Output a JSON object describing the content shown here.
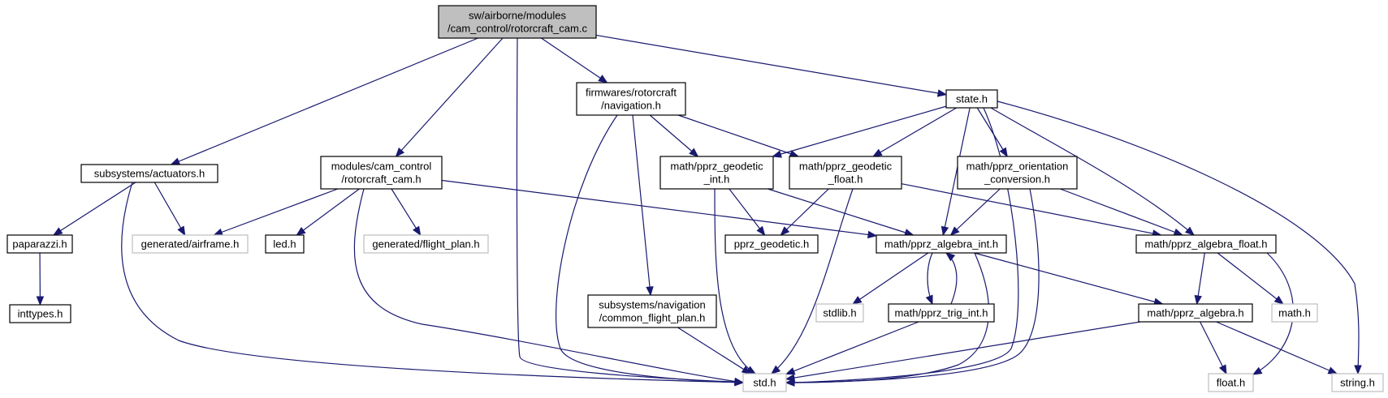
{
  "colors": {
    "edge": "#191970",
    "root_fill": "#bfbfbf",
    "external_border": "#bfbfbf",
    "node_border": "#000000"
  },
  "nodes": [
    {
      "id": "root",
      "lines": [
        "sw/airborne/modules",
        "/cam_control/rotorcraft_cam.c"
      ],
      "kind": "root"
    },
    {
      "id": "nav",
      "lines": [
        "firmwares/rotorcraft",
        "/navigation.h"
      ],
      "kind": "normal"
    },
    {
      "id": "state",
      "lines": [
        "state.h"
      ],
      "kind": "normal"
    },
    {
      "id": "actuators",
      "lines": [
        "subsystems/actuators.h"
      ],
      "kind": "normal"
    },
    {
      "id": "camh",
      "lines": [
        "modules/cam_control",
        "/rotorcraft_cam.h"
      ],
      "kind": "normal"
    },
    {
      "id": "geoint",
      "lines": [
        "math/pprz_geodetic",
        "_int.h"
      ],
      "kind": "normal"
    },
    {
      "id": "geofloat",
      "lines": [
        "math/pprz_geodetic",
        "_float.h"
      ],
      "kind": "normal"
    },
    {
      "id": "orient",
      "lines": [
        "math/pprz_orientation",
        "_conversion.h"
      ],
      "kind": "normal"
    },
    {
      "id": "paparazzi",
      "lines": [
        "paparazzi.h"
      ],
      "kind": "normal"
    },
    {
      "id": "airframe",
      "lines": [
        "generated/airframe.h"
      ],
      "kind": "external"
    },
    {
      "id": "led",
      "lines": [
        "led.h"
      ],
      "kind": "normal"
    },
    {
      "id": "flightplan",
      "lines": [
        "generated/flight_plan.h"
      ],
      "kind": "external"
    },
    {
      "id": "pprzgeo",
      "lines": [
        "pprz_geodetic.h"
      ],
      "kind": "normal"
    },
    {
      "id": "algint",
      "lines": [
        "math/pprz_algebra_int.h"
      ],
      "kind": "normal"
    },
    {
      "id": "algfloat",
      "lines": [
        "math/pprz_algebra_float.h"
      ],
      "kind": "normal"
    },
    {
      "id": "inttypes",
      "lines": [
        "inttypes.h"
      ],
      "kind": "normal"
    },
    {
      "id": "commonfp",
      "lines": [
        "subsystems/navigation",
        "/common_flight_plan.h"
      ],
      "kind": "normal"
    },
    {
      "id": "stdlib",
      "lines": [
        "stdlib.h"
      ],
      "kind": "external"
    },
    {
      "id": "trigint",
      "lines": [
        "math/pprz_trig_int.h"
      ],
      "kind": "normal"
    },
    {
      "id": "alg",
      "lines": [
        "math/pprz_algebra.h"
      ],
      "kind": "normal"
    },
    {
      "id": "math",
      "lines": [
        "math.h"
      ],
      "kind": "external"
    },
    {
      "id": "std",
      "lines": [
        "std.h"
      ],
      "kind": "external"
    },
    {
      "id": "float",
      "lines": [
        "float.h"
      ],
      "kind": "external"
    },
    {
      "id": "string",
      "lines": [
        "string.h"
      ],
      "kind": "external"
    }
  ],
  "edges": [
    [
      "root",
      "actuators"
    ],
    [
      "root",
      "camh"
    ],
    [
      "root",
      "std"
    ],
    [
      "root",
      "nav"
    ],
    [
      "root",
      "state"
    ],
    [
      "nav",
      "std"
    ],
    [
      "nav",
      "commonfp"
    ],
    [
      "nav",
      "geoint"
    ],
    [
      "nav",
      "geofloat"
    ],
    [
      "state",
      "geoint"
    ],
    [
      "state",
      "geofloat"
    ],
    [
      "state",
      "algint"
    ],
    [
      "state",
      "orient"
    ],
    [
      "state",
      "algfloat"
    ],
    [
      "state",
      "std"
    ],
    [
      "state",
      "string"
    ],
    [
      "actuators",
      "paparazzi"
    ],
    [
      "actuators",
      "airframe"
    ],
    [
      "actuators",
      "std"
    ],
    [
      "camh",
      "airframe"
    ],
    [
      "camh",
      "led"
    ],
    [
      "camh",
      "flightplan"
    ],
    [
      "camh",
      "std"
    ],
    [
      "camh",
      "algint"
    ],
    [
      "paparazzi",
      "inttypes"
    ],
    [
      "geoint",
      "pprzgeo"
    ],
    [
      "geoint",
      "algint"
    ],
    [
      "geoint",
      "std"
    ],
    [
      "geofloat",
      "pprzgeo"
    ],
    [
      "geofloat",
      "std"
    ],
    [
      "geofloat",
      "algfloat"
    ],
    [
      "orient",
      "algint"
    ],
    [
      "orient",
      "algfloat"
    ],
    [
      "orient",
      "std"
    ],
    [
      "algint",
      "stdlib"
    ],
    [
      "algint",
      "trigint"
    ],
    [
      "algint",
      "alg"
    ],
    [
      "algint",
      "std"
    ],
    [
      "trigint",
      "algint"
    ],
    [
      "trigint",
      "std"
    ],
    [
      "algfloat",
      "alg"
    ],
    [
      "algfloat",
      "math"
    ],
    [
      "algfloat",
      "float"
    ],
    [
      "alg",
      "std"
    ],
    [
      "alg",
      "float"
    ],
    [
      "alg",
      "string"
    ],
    [
      "commonfp",
      "std"
    ]
  ]
}
